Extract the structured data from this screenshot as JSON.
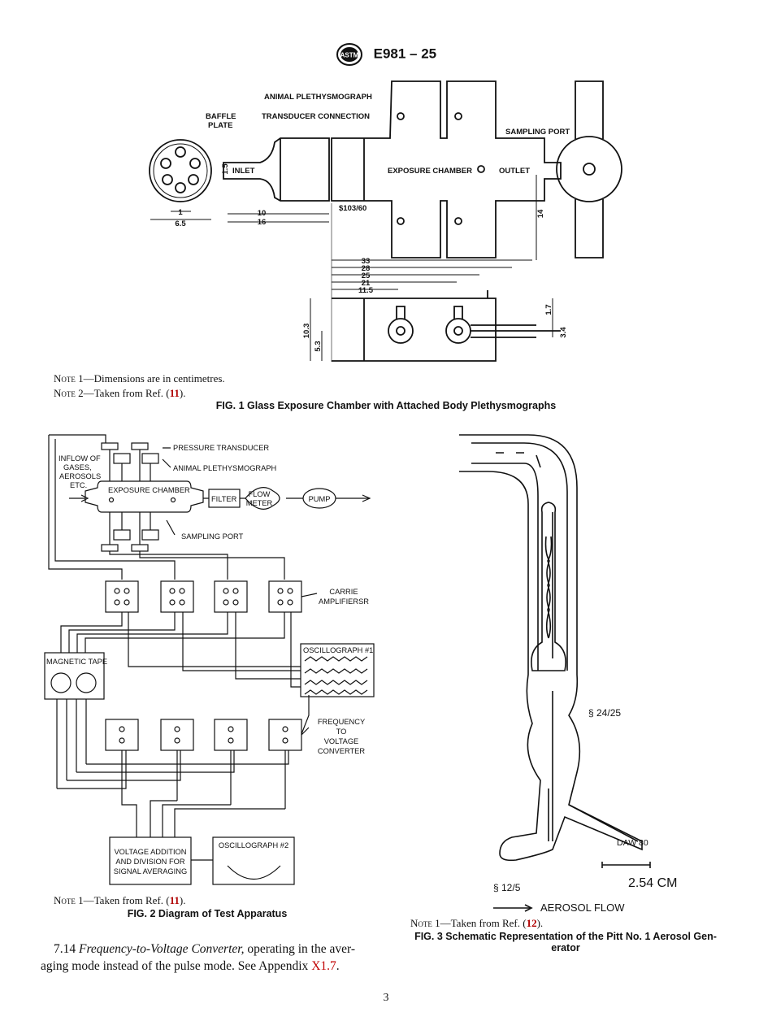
{
  "header": {
    "doc_id": "E981 – 25",
    "logo_text": "ASTM"
  },
  "fig1": {
    "labels": {
      "animal": "ANIMAL PLETHYSMOGRAPH",
      "transducer": "TRANSDUCER CONNECTION",
      "baffle1": "BAFFLE",
      "baffle2": "PLATE",
      "sampling": "SAMPLING PORT",
      "inlet": "INLET",
      "exposure": "EXPOSURE CHAMBER",
      "outlet": "OUTLET",
      "part": "$103/60"
    },
    "dims": [
      "1.5",
      "1",
      "6.5",
      "10",
      "16",
      "14",
      "33",
      "28",
      "25",
      "21",
      "11.5",
      "10.3",
      "5.3",
      "1.7",
      "3.4"
    ],
    "note1": "1—Dimensions are in centimetres.",
    "note2_prefix": "2—Taken from Ref. (",
    "note2_ref": "11",
    "note2_suffix": ").",
    "note_word": "Note",
    "caption": "FIG. 1 Glass Exposure Chamber with Attached Body Plethysmographs"
  },
  "fig2": {
    "labels": {
      "pressure": "PRESSURE TRANSDUCER",
      "animal": "ANIMAL PLETHYSMOGRAPH",
      "inflow": [
        "INFLOW OF",
        "GASES,",
        "AEROSOLS",
        "ETC."
      ],
      "exposure": "EXPOSURE CHAMBER",
      "filter": "FILTER",
      "flow": [
        "FLOW",
        "METER"
      ],
      "pump": "PUMP",
      "sampling": "SAMPLING PORT",
      "carrier": [
        "CARRIE",
        "AMPLIFIERSR"
      ],
      "osc1": "OSCILLOGRAPH #1",
      "tape": "MAGNETIC TAPE",
      "freq": [
        "FREQUENCY",
        "TO",
        "VOLTAGE",
        "CONVERTER"
      ],
      "voltage": [
        "VOLTAGE ADDITION",
        "AND DIVISION FOR",
        "SIGNAL AVERAGING"
      ],
      "osc2": "OSCILLOGRAPH #2"
    },
    "note_prefix": "1—Taken from Ref. (",
    "note_ref": "11",
    "note_suffix": ").",
    "caption": "FIG. 2 Diagram of Test Apparatus"
  },
  "fig3": {
    "labels": {
      "joint1": "§ 24/25",
      "joint2": "§ 12/5",
      "daw": "DAW 80",
      "scale": "2.54 CM",
      "flow": "AEROSOL FLOW"
    },
    "note_prefix": "1—Taken from Ref. (",
    "note_ref": "12",
    "note_suffix": ").",
    "caption_line1": "FIG. 3 Schematic Representation of the Pitt No. 1 Aerosol Gen-",
    "caption_line2": "erator"
  },
  "paragraph": {
    "number": "7.14",
    "title": "Frequency-to-Voltage Converter,",
    "text1": " operating in the aver-",
    "text2": "aging mode instead of the pulse mode. See Appendix ",
    "link": "X1.7",
    "end": "."
  },
  "page_number": "3"
}
